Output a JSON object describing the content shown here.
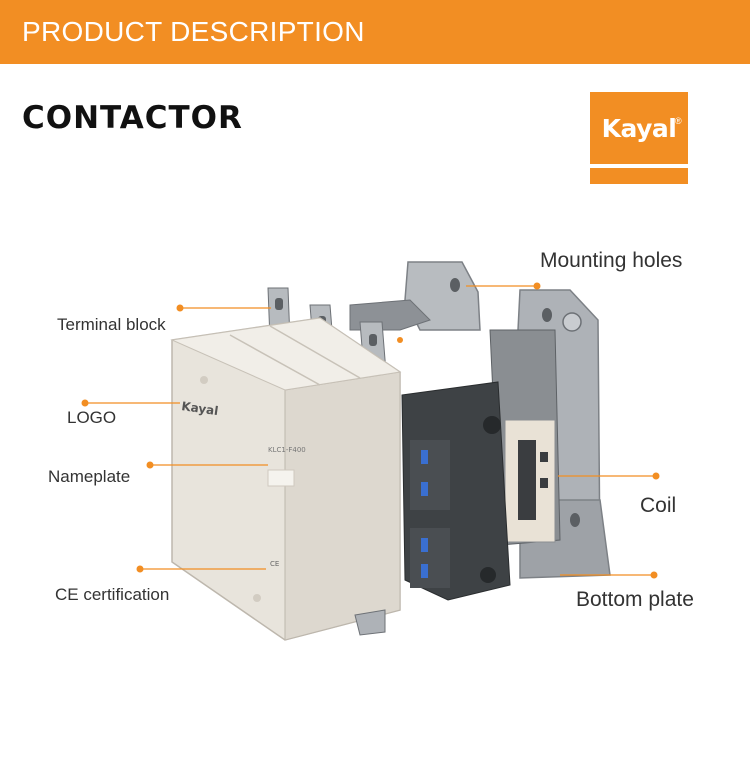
{
  "header": {
    "title": "PRODUCT DESCRIPTION"
  },
  "page_title": "CONTACTOR",
  "brand": {
    "name": "Kayal",
    "reg": "®"
  },
  "callouts": {
    "terminal_block": "Terminal block",
    "logo": "LOGO",
    "nameplate": "Nameplate",
    "ce_certification": "CE certification",
    "mounting_holes": "Mounting holes",
    "coil": "Coil",
    "bottom_plate": "Bottom plate"
  },
  "product_markings": {
    "brand": "Kayal",
    "model": "KLC1-F400",
    "ce": "CE"
  },
  "colors": {
    "accent": "#f28e23",
    "body": "#ece8e1",
    "metal": "#a9adb2",
    "dark_block": "#3e4245"
  }
}
